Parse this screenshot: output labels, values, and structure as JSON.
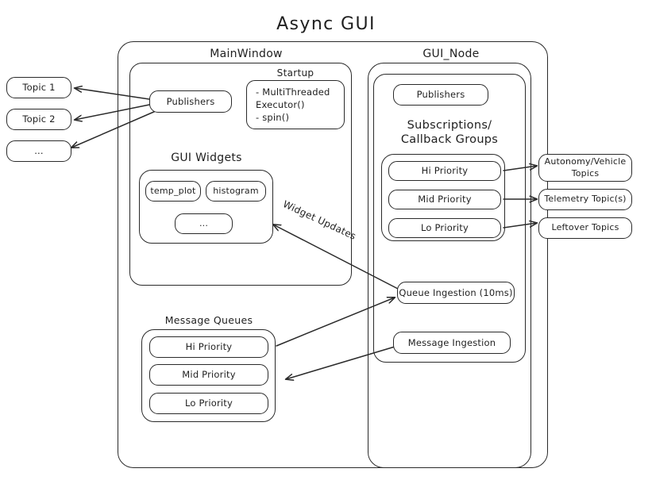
{
  "diagram": {
    "title": "Async  GUI",
    "style": {
      "stroke": "#2a2a2a",
      "text": "#1f1f1f",
      "background": "#ffffff"
    }
  },
  "external_topics": {
    "items": [
      {
        "label": "Topic 1"
      },
      {
        "label": "Topic 2"
      },
      {
        "label": "..."
      }
    ]
  },
  "main_window": {
    "caption": "MainWindow",
    "publishers": {
      "label": "Publishers"
    },
    "startup": {
      "caption": "Startup",
      "lines": "- MultiThreaded\n  Executor()\n- spin()"
    },
    "gui_widgets": {
      "caption": "GUI Widgets",
      "items": [
        {
          "label": "temp_plot"
        },
        {
          "label": "histogram"
        },
        {
          "label": "..."
        }
      ]
    }
  },
  "message_queues": {
    "caption": "Message Queues",
    "items": [
      {
        "label": "Hi Priority"
      },
      {
        "label": "Mid Priority"
      },
      {
        "label": "Lo Priority"
      }
    ]
  },
  "gui_node": {
    "caption": "GUI_Node",
    "publishers": {
      "label": "Publishers"
    },
    "subscriptions": {
      "caption": "Subscriptions/\nCallback Groups",
      "items": [
        {
          "label": "Hi Priority"
        },
        {
          "label": "Mid Priority"
        },
        {
          "label": "Lo Priority"
        }
      ]
    },
    "queue_ingestion": {
      "label": "Queue Ingestion (10ms)"
    },
    "message_ingestion": {
      "label": "Message Ingestion"
    }
  },
  "topic_sinks": {
    "items": [
      {
        "label": "Autonomy/Vehicle\nTopics"
      },
      {
        "label": "Telemetry Topic(s)"
      },
      {
        "label": "Leftover Topics"
      }
    ]
  },
  "edges": {
    "widget_updates_label": "Widget Updates"
  }
}
